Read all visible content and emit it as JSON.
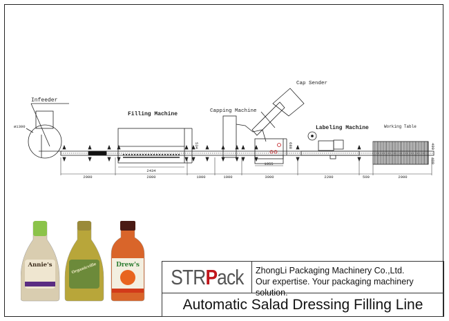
{
  "diagram": {
    "labels": {
      "infeeder": "Infeeder",
      "filling_machine": "Filling Machine",
      "capping_machine": "Capping Machine",
      "cap_sender": "Cap Sender",
      "labeling_machine": "Labeling Machine",
      "working_table": "Working Table",
      "diameter": "ø1300"
    },
    "dimensions": {
      "d1": "2000",
      "d2": "2800",
      "d2_inner": "2434",
      "d3": "1000",
      "d4": "1000",
      "d5": "3000",
      "d6": "2200",
      "d7": "500",
      "d8": "2000",
      "filling_height": "534",
      "capping_height": "688",
      "capping_width": "1055",
      "table_w1": "400",
      "table_w2": "400"
    }
  },
  "products": {
    "bottles": [
      {
        "brand": "Annie's",
        "color": "#d9cdb0",
        "cap": "#8bc34a"
      },
      {
        "brand": "Organicville",
        "color": "#b8a63a",
        "cap": "#9a8a3a"
      },
      {
        "brand": "Drew's",
        "color": "#d9652a",
        "cap": "#4a1a14"
      }
    ]
  },
  "title_block": {
    "logo_a": "STR",
    "logo_b": "P",
    "logo_c": "ack",
    "company": "ZhongLi Packaging Machinery Co.,Ltd.",
    "slogan": "Our expertise. Your packaging machinery solution.",
    "title": "Automatic Salad Dressing Filling Line"
  },
  "colors": {
    "accent": "#c0161b",
    "line": "#222222"
  }
}
